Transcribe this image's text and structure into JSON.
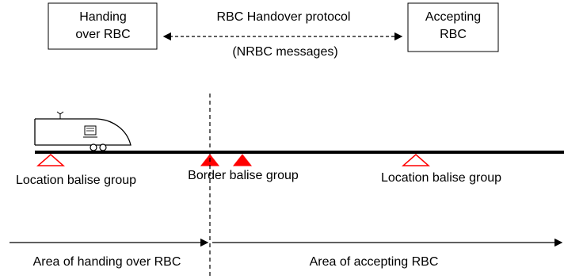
{
  "boxes": {
    "handing_over": {
      "line1": "Handing",
      "line2": "over RBC"
    },
    "accepting": {
      "line1": "Accepting",
      "line2": "RBC"
    }
  },
  "protocol": {
    "title": "RBC Handover protocol",
    "subtitle": "(NRBC messages)"
  },
  "balises": {
    "location_left": "Location balise group",
    "border": "Border balise group",
    "location_right": "Location balise group"
  },
  "areas": {
    "handing_over": "Area of handing over RBC",
    "accepting": "Area of accepting RBC"
  },
  "colors": {
    "balise_red": "#ff0000",
    "line": "#000000"
  }
}
